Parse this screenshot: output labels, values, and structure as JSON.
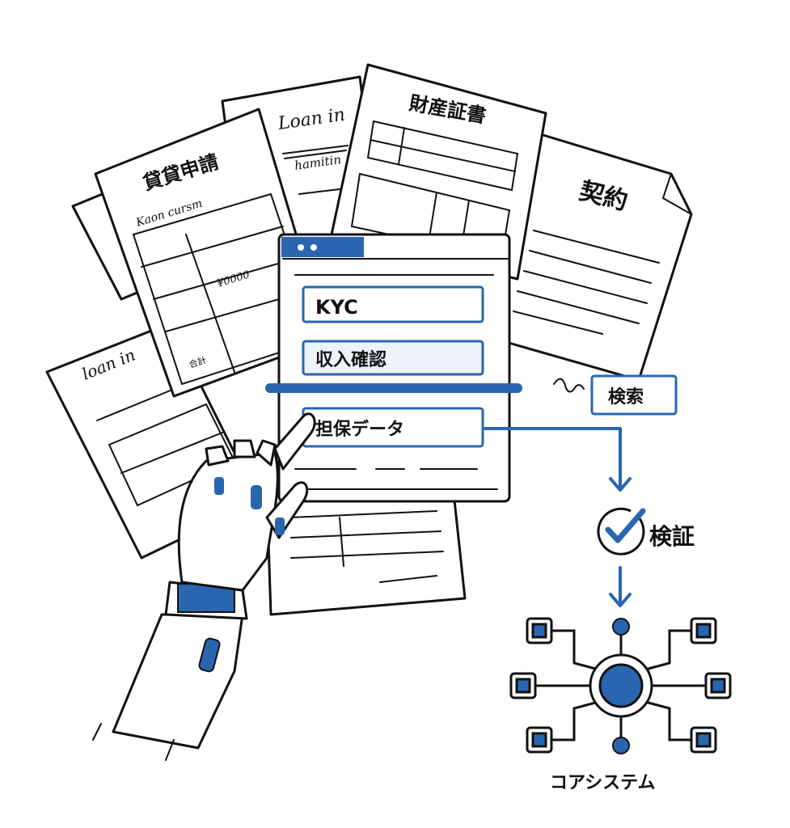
{
  "colors": {
    "accent": "#2a66b0",
    "ink": "#111111",
    "background": "#ffffff"
  },
  "documents": {
    "loan_application": {
      "title": "貸貸申請",
      "handwriting": "Kaon cursm",
      "total_label": "合計",
      "amount": "¥0000"
    },
    "back_paper": {
      "handwriting": "Loan in",
      "handwriting2": "hamitin"
    },
    "left_paper": {
      "handwriting": "loan in"
    },
    "property_certificate": {
      "title": "財産証書"
    },
    "contract": {
      "title": "契約"
    }
  },
  "panel": {
    "fields": [
      {
        "label": "KYC"
      },
      {
        "label": "収入確認"
      },
      {
        "label": "担保データ"
      }
    ]
  },
  "flow": {
    "search_label": "検索",
    "verify_label": "検証",
    "core_label": "コアシステム",
    "icons": [
      "arrow-down-icon",
      "check-circle-icon",
      "network-hub-icon",
      "robot-hand-icon"
    ]
  }
}
